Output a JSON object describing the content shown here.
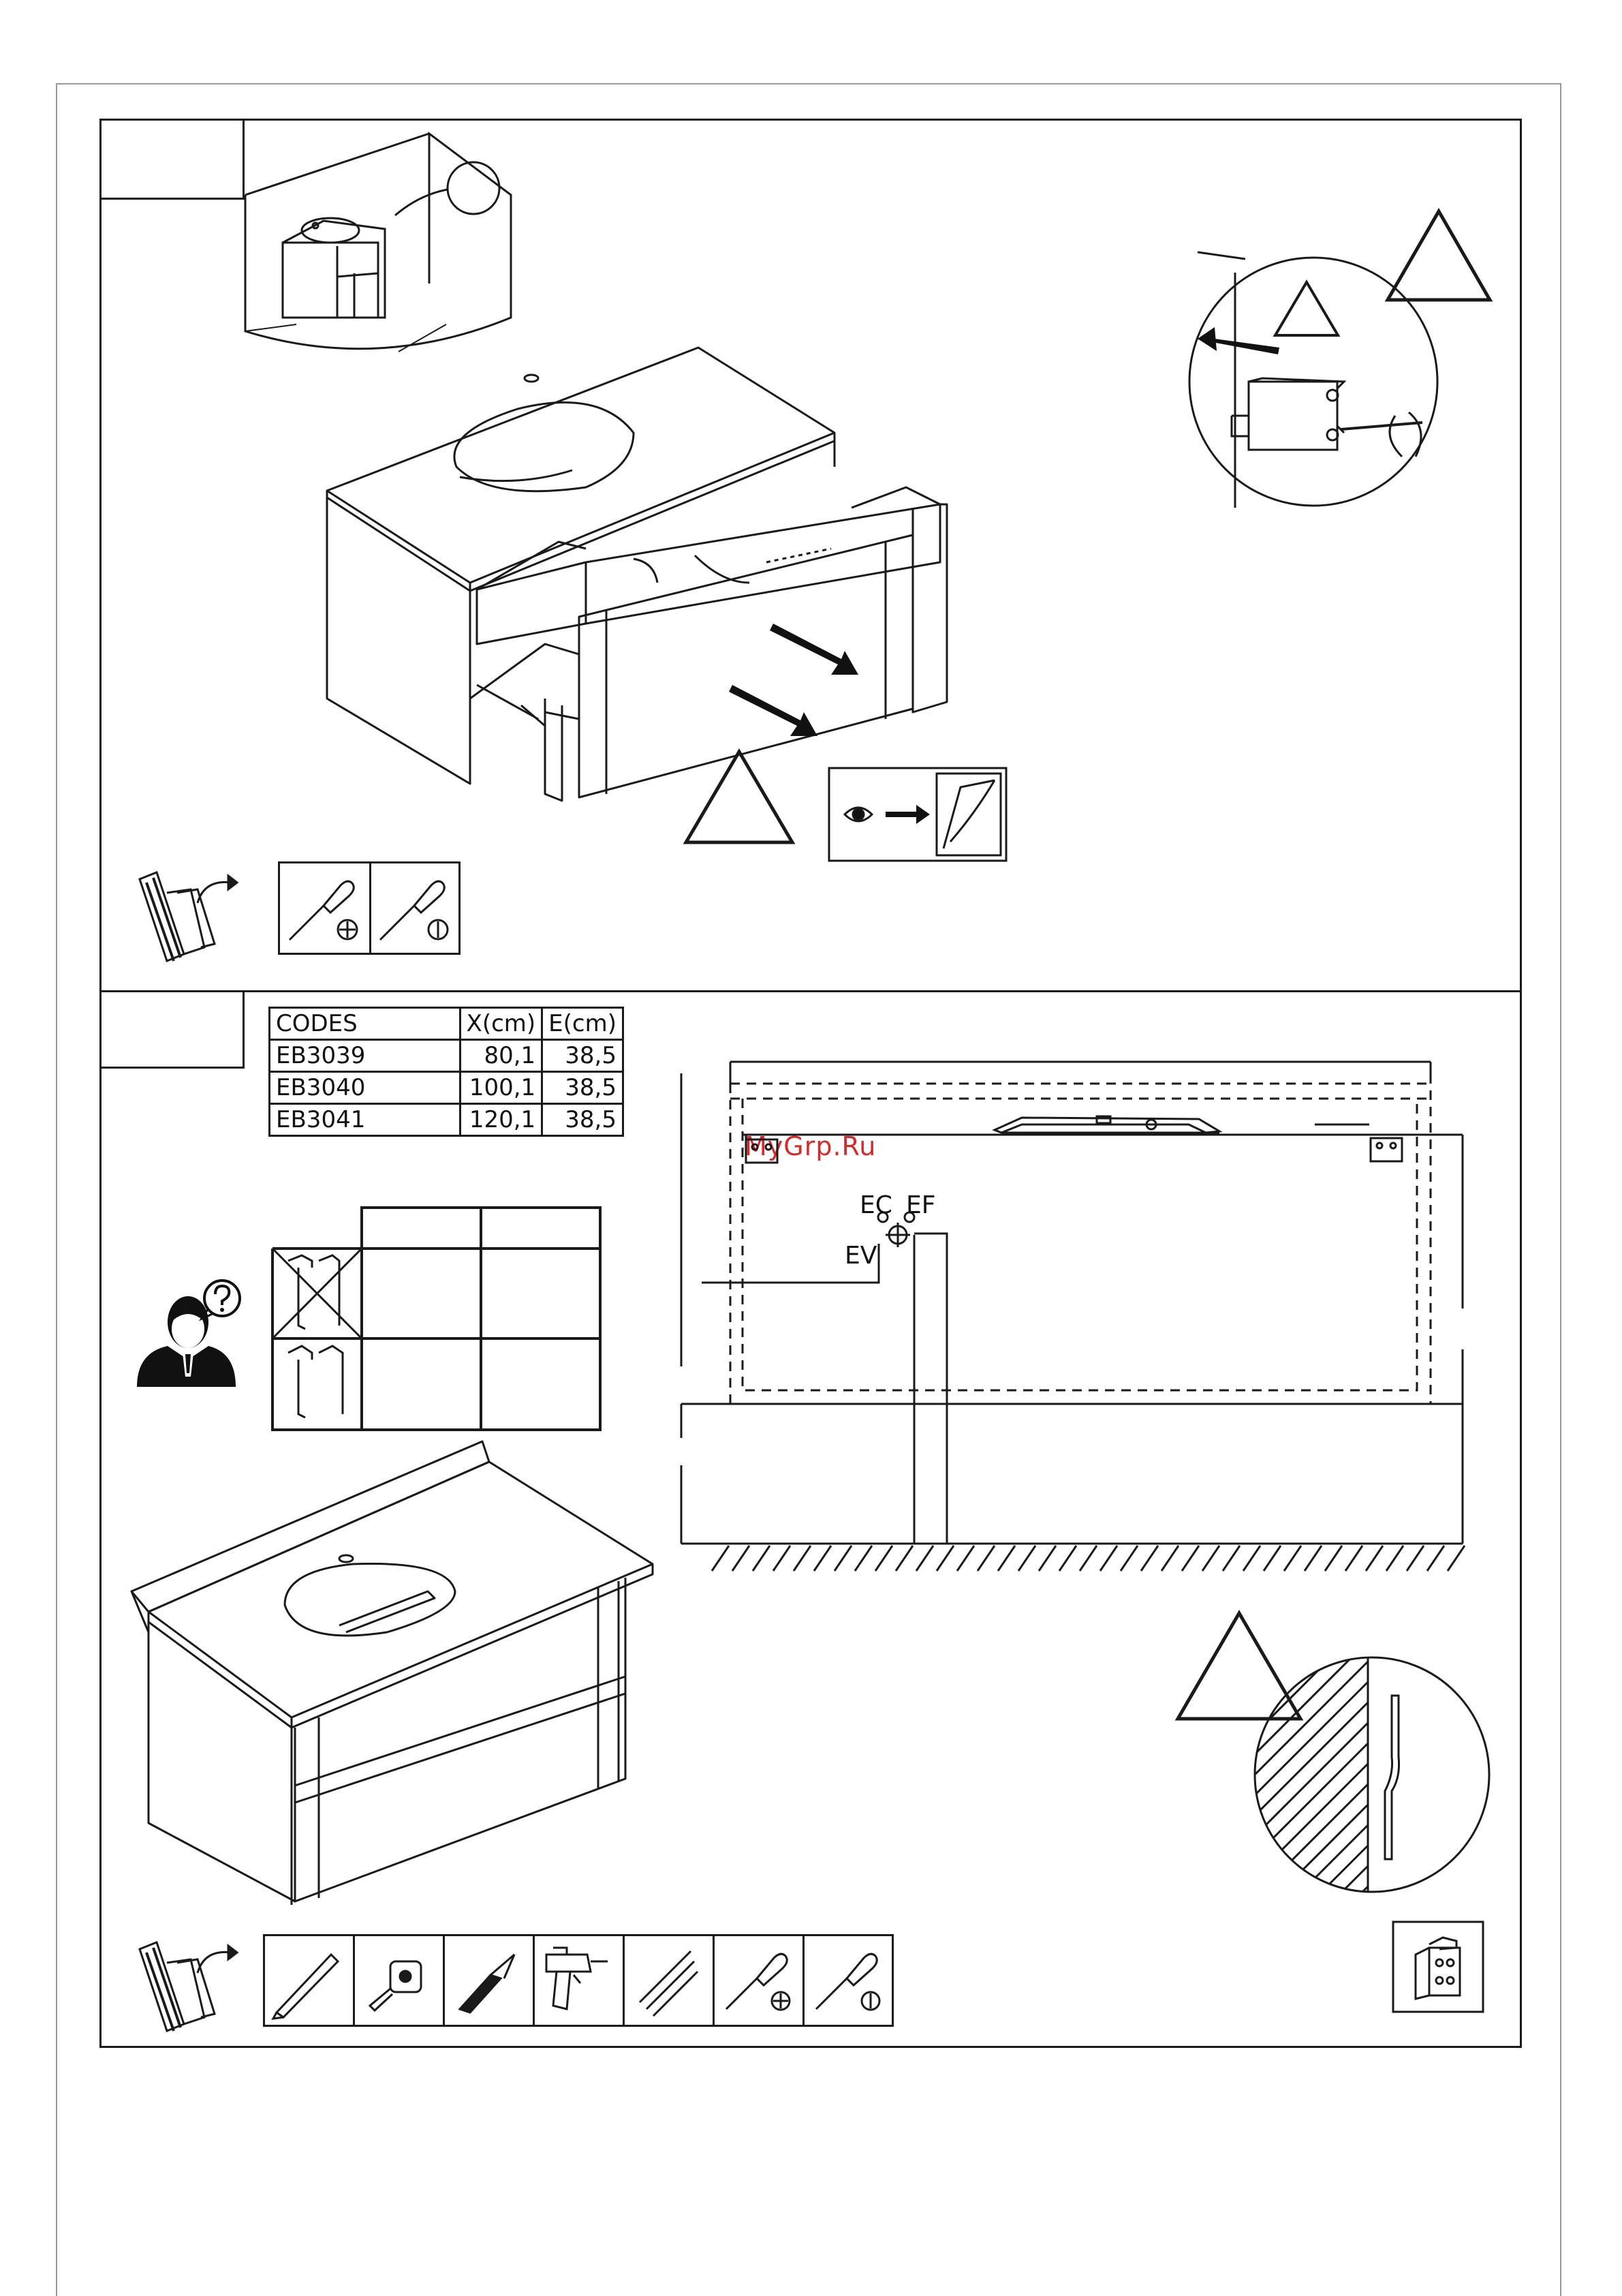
{
  "table": {
    "headers": [
      "CODES",
      "X(cm)",
      "E(cm)"
    ],
    "rows": [
      [
        "EB3039",
        "80,1",
        "38,5"
      ],
      [
        "EB3040",
        "100,1",
        "38,5"
      ],
      [
        "EB3041",
        "120,1",
        "38,5"
      ]
    ]
  },
  "watermark": "MyGrp.Ru",
  "diagram_labels": {
    "ec": "EC",
    "ef": "EF",
    "ev": "EV"
  },
  "icons": {
    "warning": "warning-triangle-icon",
    "phillips": "phillips-screwdriver-icon",
    "flat": "flat-screwdriver-icon",
    "manual": "instructions-booklet-icon",
    "pencil": "pencil-icon",
    "tape": "tape-measure-icon",
    "cutter": "cutter-knife-icon",
    "drill": "power-drill-icon",
    "bits": "drill-bits-icon",
    "helper": "customer-support-person-icon",
    "bracket": "wall-bracket-icon"
  }
}
